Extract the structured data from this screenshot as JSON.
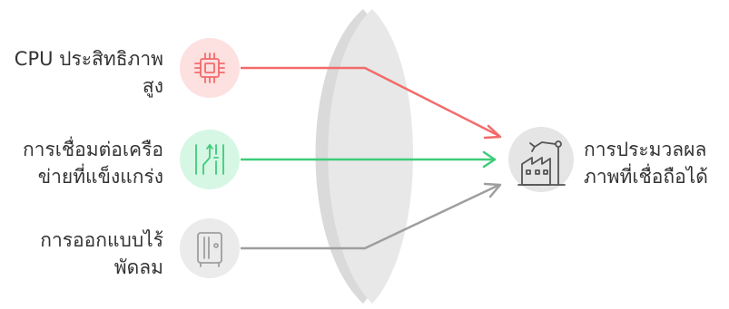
{
  "inputs": [
    {
      "icon": "cpu-icon",
      "lines": [
        "CPU ประสิทธิภาพ",
        "สูง"
      ],
      "color": "#f26b6b",
      "circle": "#fde0e0"
    },
    {
      "icon": "network-connection-icon",
      "lines": [
        "การเชื่อมต่อเครือ",
        "ข่ายที่แข็งแกร่ง"
      ],
      "color": "#3dcc7a",
      "circle": "#d7f7e5"
    },
    {
      "icon": "fanless-case-icon",
      "lines": [
        "การออกแบบไร้",
        "พัดลม"
      ],
      "color": "#9e9e9e",
      "circle": "#ebebeb"
    }
  ],
  "output": {
    "icon": "industrial-factory-robot-icon",
    "lines": [
      "การประมวลผล",
      "ภาพที่เชื่อถือได้"
    ]
  },
  "colors": {
    "lens": "#e6e6e6",
    "lens_edge": "#dadada",
    "text": "#333333",
    "icon_stroke": "#555555"
  }
}
